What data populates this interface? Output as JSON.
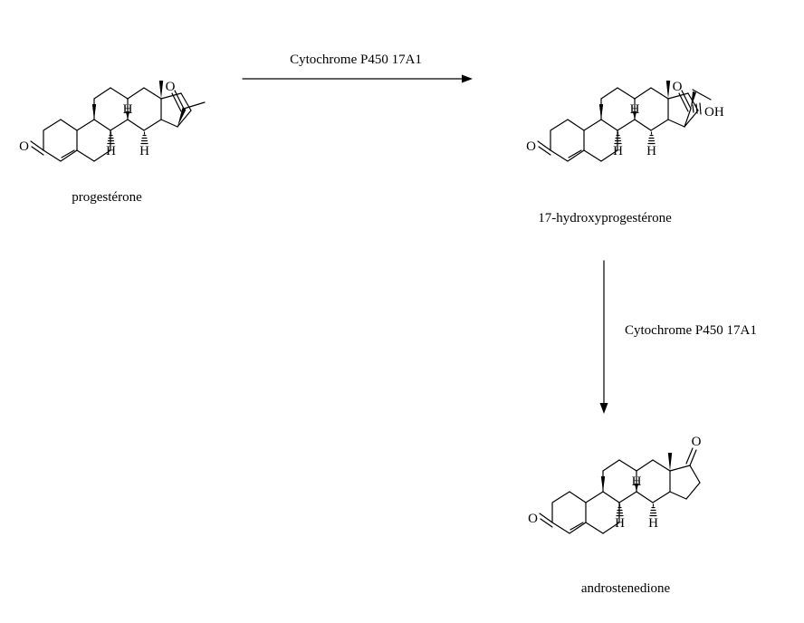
{
  "molecules": [
    {
      "id": "progesterone",
      "name": "progestérone",
      "oxo_label": "O",
      "ketone_label": "O",
      "h_label": "H"
    },
    {
      "id": "hydroxyprogesterone",
      "name": "17-hydroxyprogestérone",
      "oxo_label": "O",
      "ketone_label": "O",
      "hydroxyl_label": "OH",
      "h_label": "H"
    },
    {
      "id": "androstenedione",
      "name": "androstenedione",
      "oxo_label": "O",
      "ketone_label": "O",
      "h_label": "H"
    }
  ],
  "reactions": [
    {
      "from": "progesterone",
      "to": "hydroxyprogesterone",
      "direction": "right",
      "enzyme": "Cytochrome P450 17A1"
    },
    {
      "from": "hydroxyprogesterone",
      "to": "androstenedione",
      "direction": "down",
      "enzyme": "Cytochrome P450 17A1"
    }
  ],
  "colors": {
    "ink": "#000000",
    "background": "#ffffff"
  }
}
